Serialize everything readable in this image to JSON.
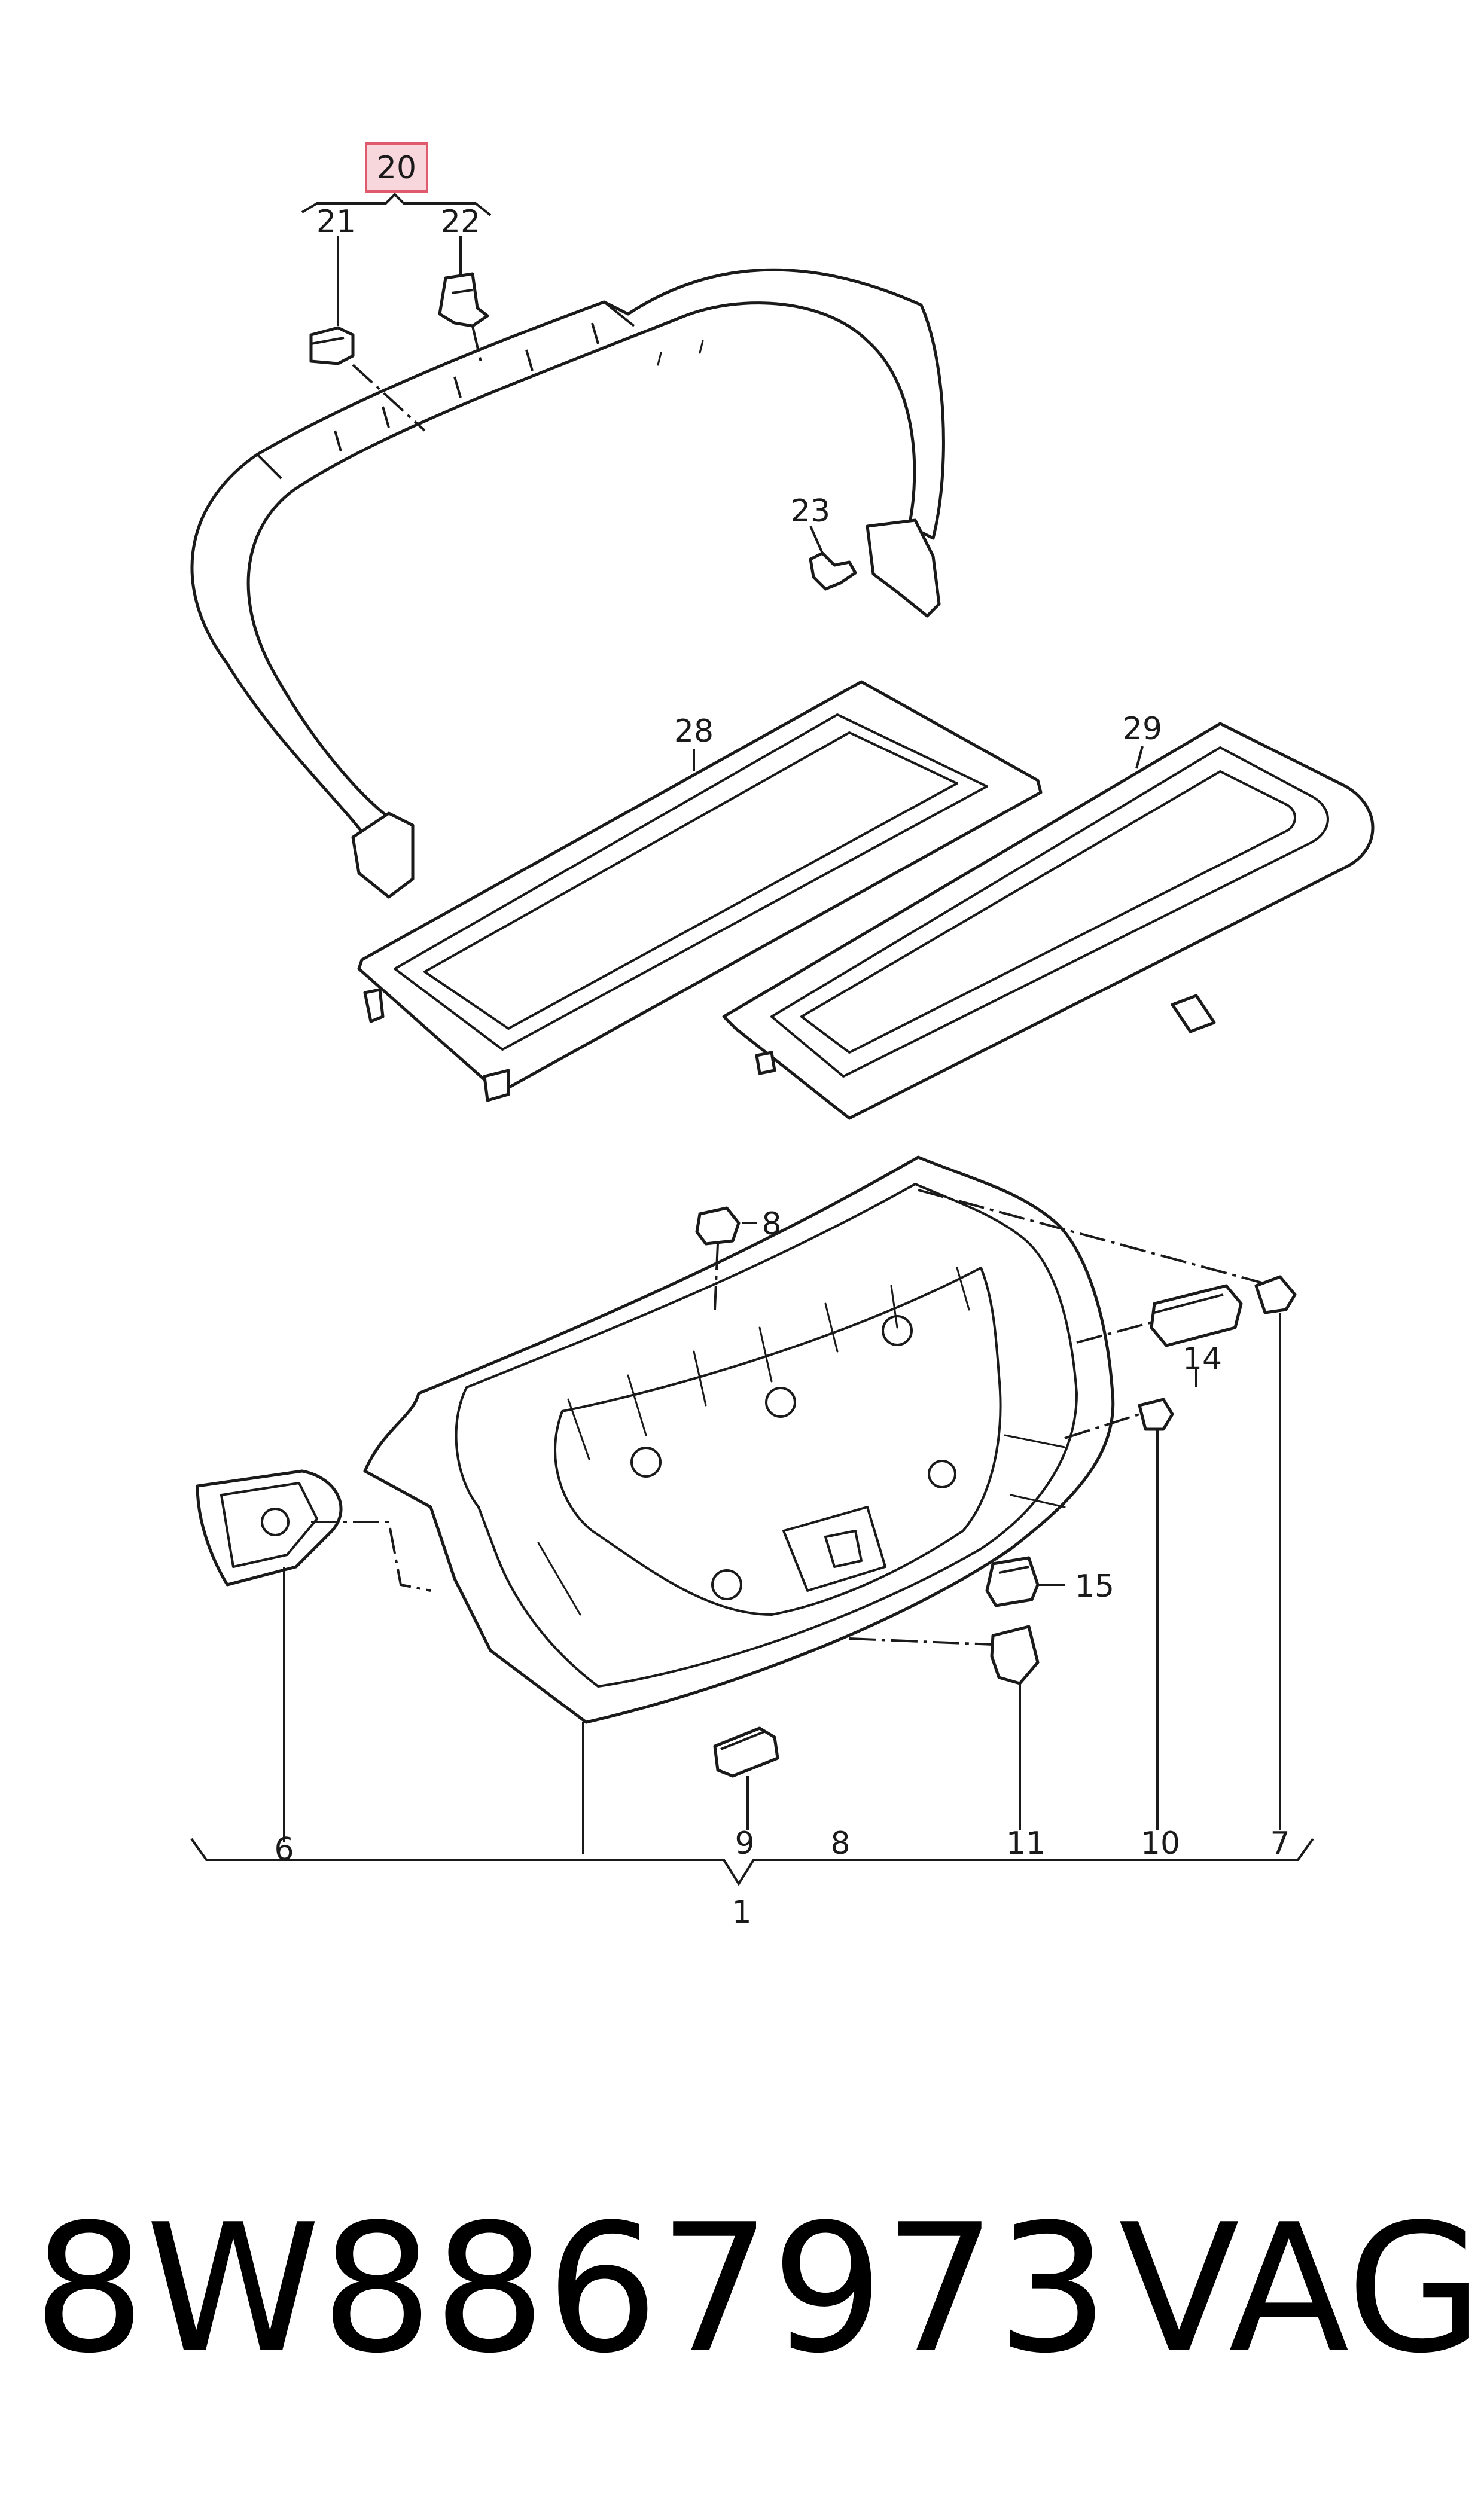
{
  "callouts": {
    "c20": "20",
    "c21": "21",
    "c22": "22",
    "c23": "23",
    "c28": "28",
    "c29": "29",
    "c8a": "8",
    "c14": "14",
    "c15": "15",
    "c6": "6",
    "c9": "9",
    "c8b": "8",
    "c11": "11",
    "c10": "10",
    "c7": "7",
    "c1": "1"
  },
  "footer": {
    "part_number": "8W8867973",
    "brand": "VAG"
  },
  "colors": {
    "line": "#1a1a1a",
    "callout_highlight_fill": "#f8d7dc",
    "callout_highlight_stroke": "#e05a6e"
  }
}
